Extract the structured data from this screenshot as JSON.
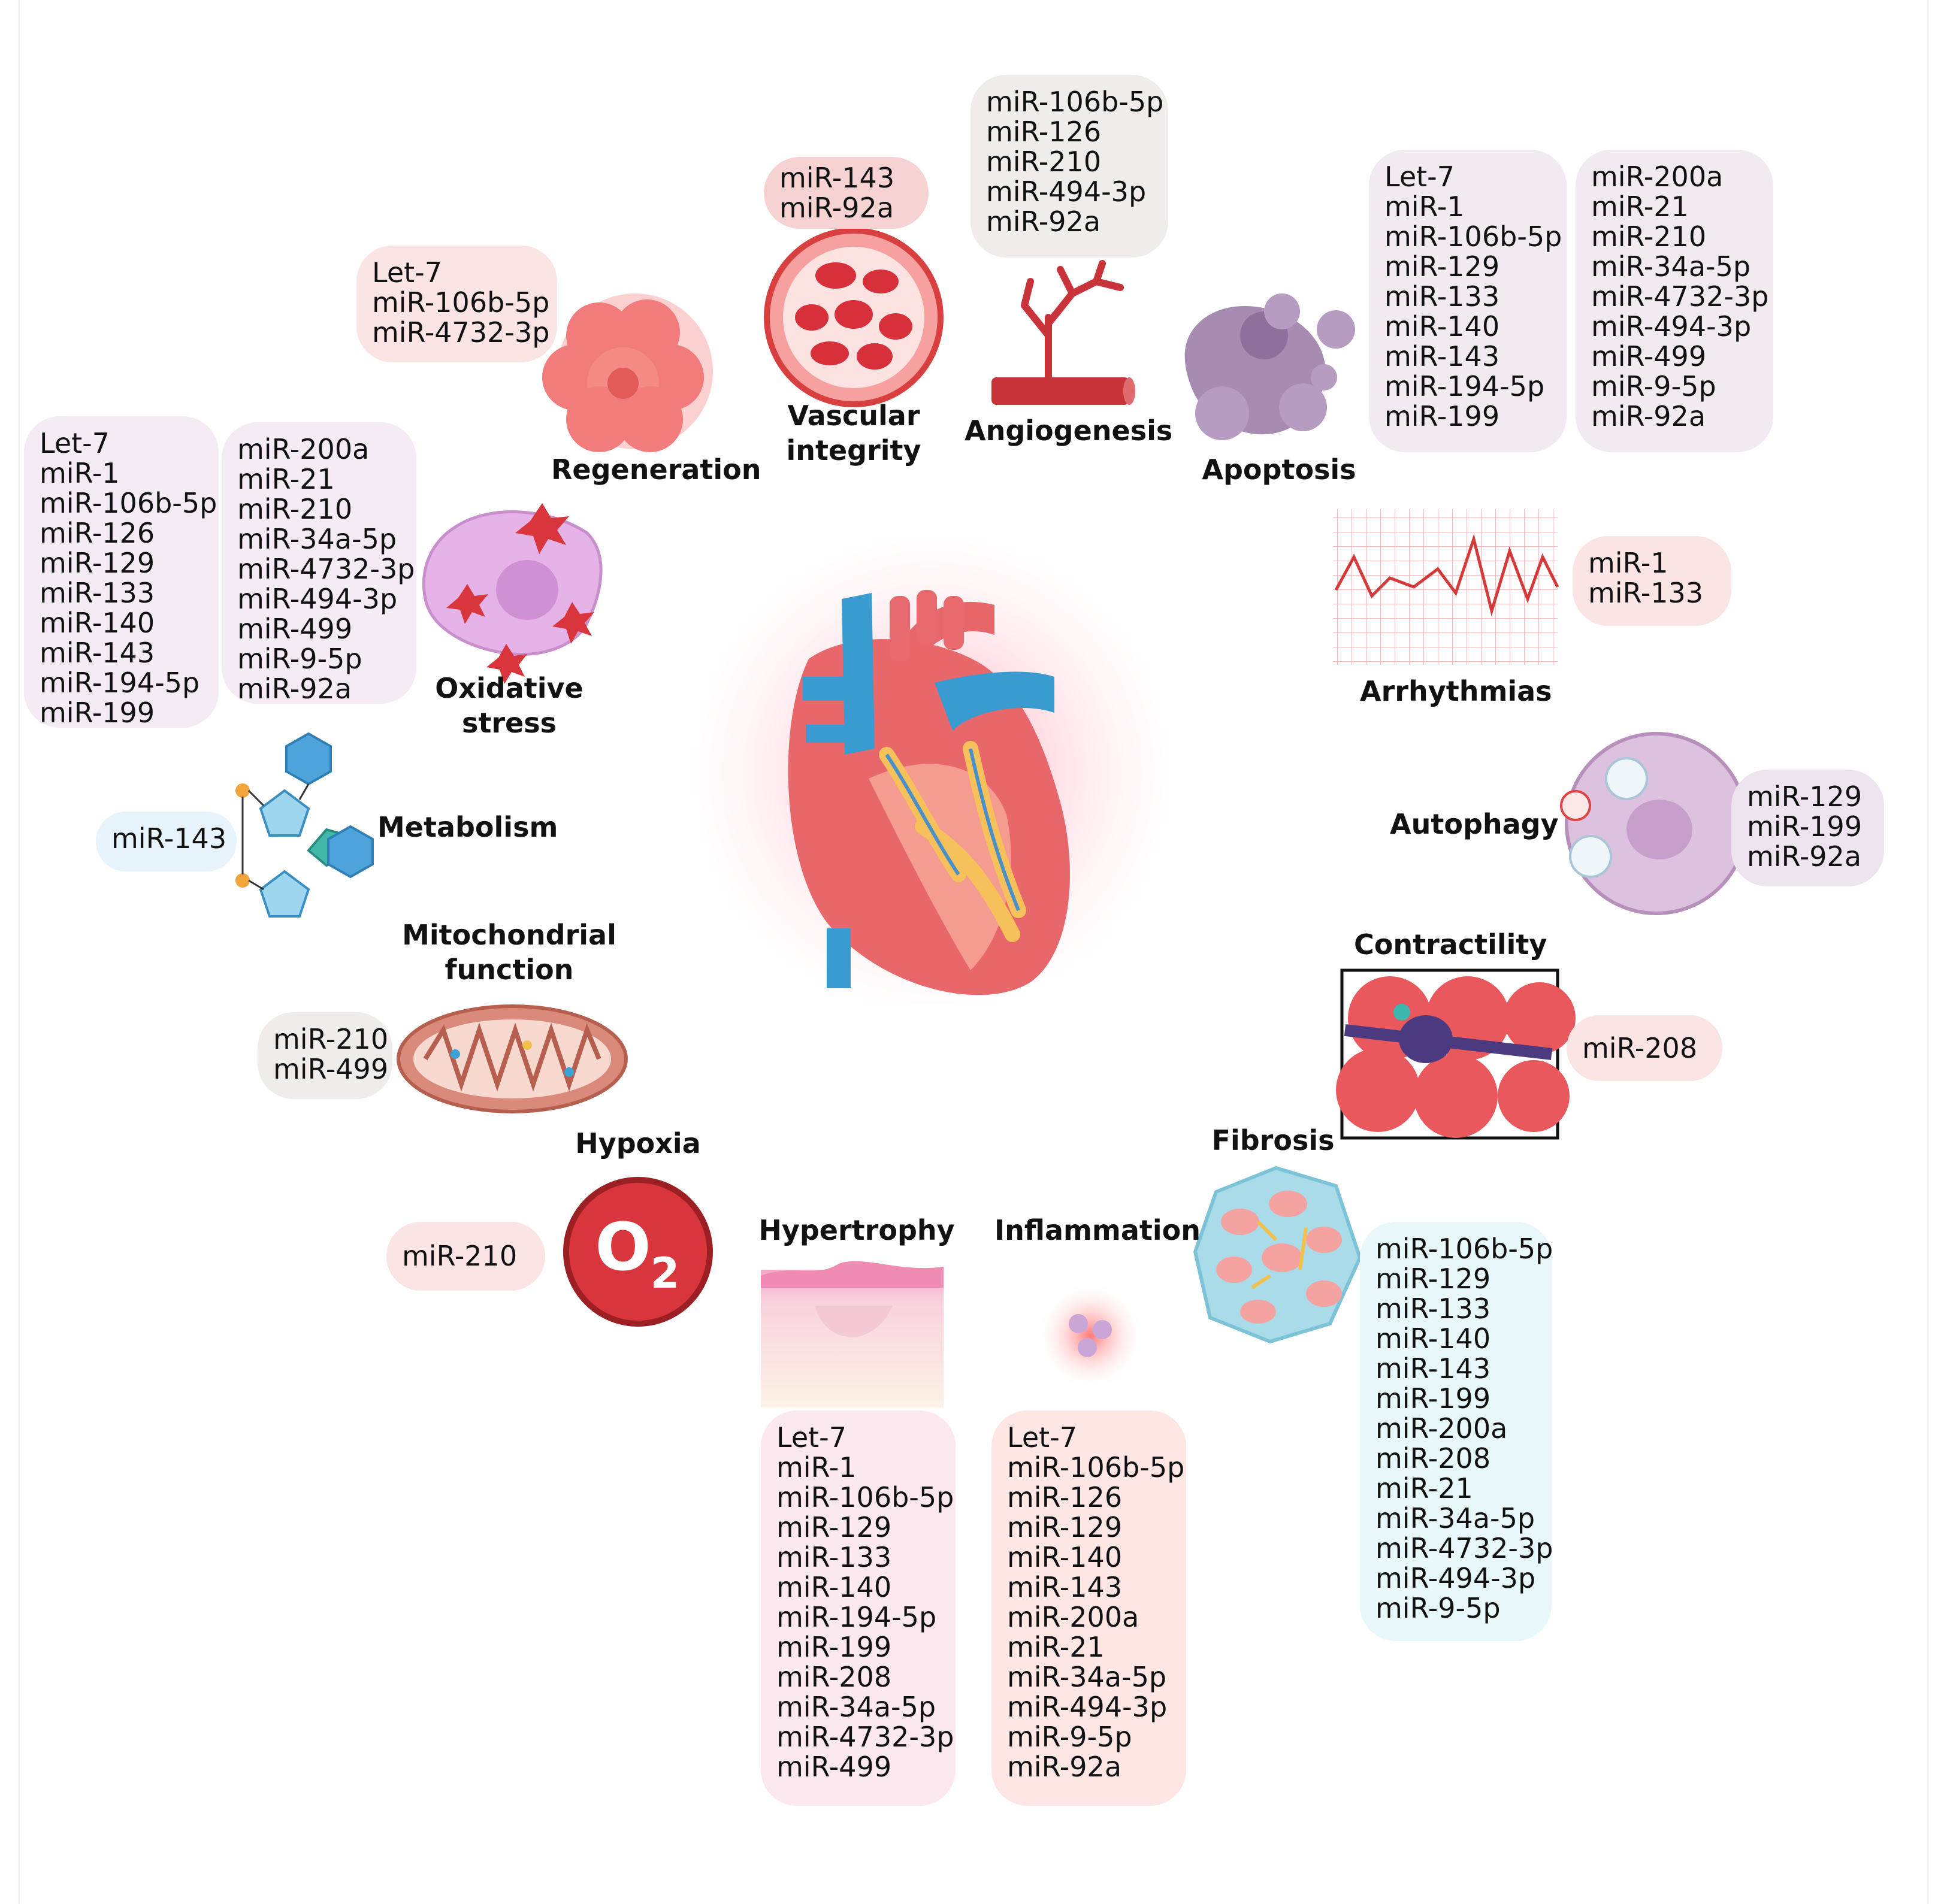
{
  "labels": {
    "regeneration": "Regeneration",
    "vascular_1": "Vascular",
    "vascular_2": "integrity",
    "angiogenesis": "Angiogenesis",
    "apoptosis": "Apoptosis",
    "arrhythmias": "Arrhythmias",
    "autophagy": "Autophagy",
    "contractility": "Contractility",
    "fibrosis": "Fibrosis",
    "inflammation": "Inflammation",
    "hypertrophy": "Hypertrophy",
    "hypoxia": "Hypoxia",
    "mito_1": "Mitochondrial",
    "mito_2": "function",
    "metabolism": "Metabolism",
    "oxidative_1": "Oxidative",
    "oxidative_2": "stress"
  },
  "mirna": {
    "vascular": [
      "miR-143",
      "miR-92a"
    ],
    "angiogenesis": [
      "miR-106b-5p",
      "miR-126",
      "miR-210",
      "miR-494-3p",
      "miR-92a"
    ],
    "regeneration": [
      "Let-7",
      "miR-106b-5p",
      "miR-4732-3p"
    ],
    "apoptosis_a": [
      "Let-7",
      "miR-1",
      "miR-106b-5p",
      "miR-129",
      "miR-133",
      "miR-140",
      "miR-143",
      "miR-194-5p",
      "miR-199"
    ],
    "apoptosis_b": [
      "miR-200a",
      "miR-21",
      "miR-210",
      "miR-34a-5p",
      "miR-4732-3p",
      "miR-494-3p",
      "miR-499",
      "miR-9-5p",
      "miR-92a"
    ],
    "oxidative_a": [
      "Let-7",
      "miR-1",
      "miR-106b-5p",
      "miR-126",
      "miR-129",
      "miR-133",
      "miR-140",
      "miR-143",
      "miR-194-5p",
      "miR-199"
    ],
    "oxidative_b": [
      "miR-200a",
      "miR-21",
      "miR-210",
      "miR-34a-5p",
      "miR-4732-3p",
      "miR-494-3p",
      "miR-499",
      "miR-9-5p",
      "miR-92a"
    ],
    "arrhythmias": [
      "miR-1",
      "miR-133"
    ],
    "autophagy": [
      "miR-129",
      "miR-199",
      "miR-92a"
    ],
    "metabolism": [
      "miR-143"
    ],
    "mitochondrial": [
      "miR-210",
      "miR-499"
    ],
    "contractility": [
      "miR-208"
    ],
    "hypoxia": [
      "miR-210"
    ],
    "fibrosis": [
      "miR-106b-5p",
      "miR-129",
      "miR-133",
      "miR-140",
      "miR-143",
      "miR-199",
      "miR-200a",
      "miR-208",
      "miR-21",
      "miR-34a-5p",
      "miR-4732-3p",
      "miR-494-3p",
      "miR-9-5p"
    ],
    "hypertrophy": [
      "Let-7",
      "miR-1",
      "miR-106b-5p",
      "miR-129",
      "miR-133",
      "miR-140",
      "miR-194-5p",
      "miR-199",
      "miR-208",
      "miR-34a-5p",
      "miR-4732-3p",
      "miR-499"
    ],
    "inflammation": [
      "Let-7",
      "miR-106b-5p",
      "miR-126",
      "miR-129",
      "miR-140",
      "miR-143",
      "miR-200a",
      " miR-21",
      " miR-34a-5p",
      "miR-494-3p",
      "miR-9-5p",
      "miR-92a"
    ]
  },
  "icons": {
    "hypoxia_symbol": "O",
    "hypoxia_subscript": "2"
  },
  "colors": {
    "heart_red": "#e8676b",
    "artery_blue": "#3a9bd1",
    "vessel_red": "#c9333a",
    "o2_red": "#d8363c",
    "apoptotic_purple": "#a78bb1",
    "fibro_blue": "#a9dbe9"
  }
}
